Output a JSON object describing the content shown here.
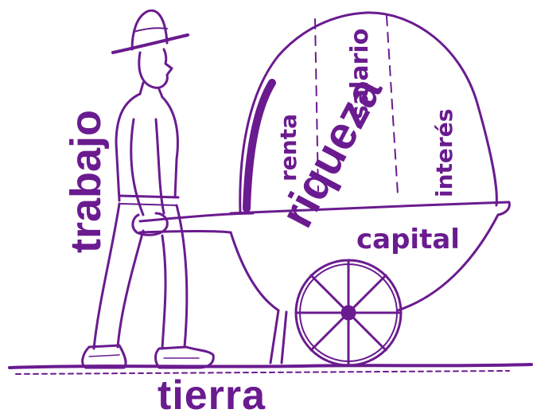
{
  "labels": {
    "trabajo": "trabajo",
    "tierra": "tierra",
    "riqueza": "riqueza",
    "capital": "capital",
    "renta": "renta",
    "salario": "salario",
    "interes": "interés"
  },
  "colors": {
    "ink": "#6a1b8f",
    "background": "#ffffff"
  },
  "icons": [
    "farmer-figure",
    "wheelbarrow",
    "wheel",
    "wealth-pile",
    "ground-line"
  ]
}
